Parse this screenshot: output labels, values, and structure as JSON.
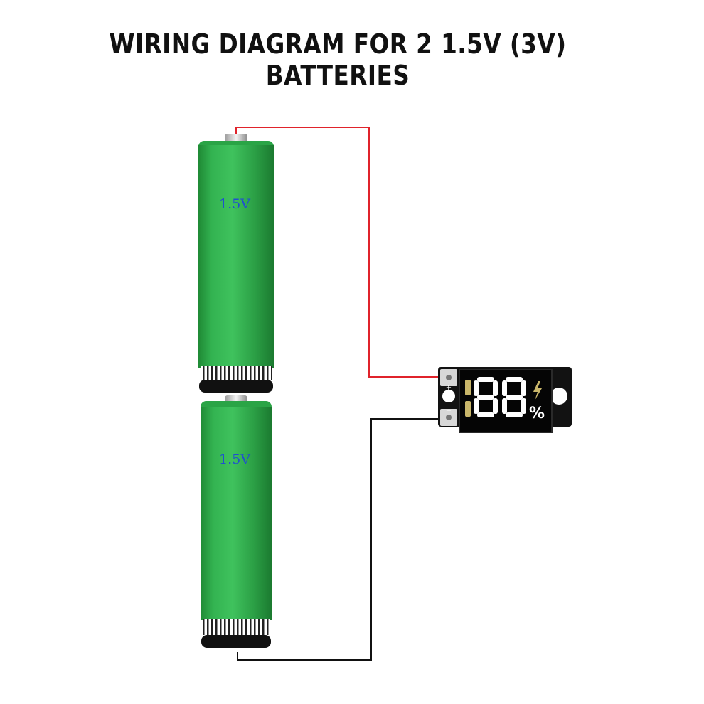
{
  "title": "WIRING DIAGRAM FOR 2 1.5V (3V) BATTERIES",
  "batteries": [
    {
      "label": "1.5V"
    },
    {
      "label": "1.5V"
    }
  ],
  "indicator": {
    "display_digits": "88",
    "unit": "%",
    "pin_plus": "+",
    "pin_minus": "−",
    "icon": "lightning-bolt-icon"
  },
  "wires": {
    "positive_color": "#e0232b",
    "negative_color": "#111111"
  },
  "colors": {
    "battery_green": "#2fa84a",
    "board_black": "#0e0e0e",
    "segment_white": "#ffffff",
    "segment_dim": "#c9b66a"
  }
}
